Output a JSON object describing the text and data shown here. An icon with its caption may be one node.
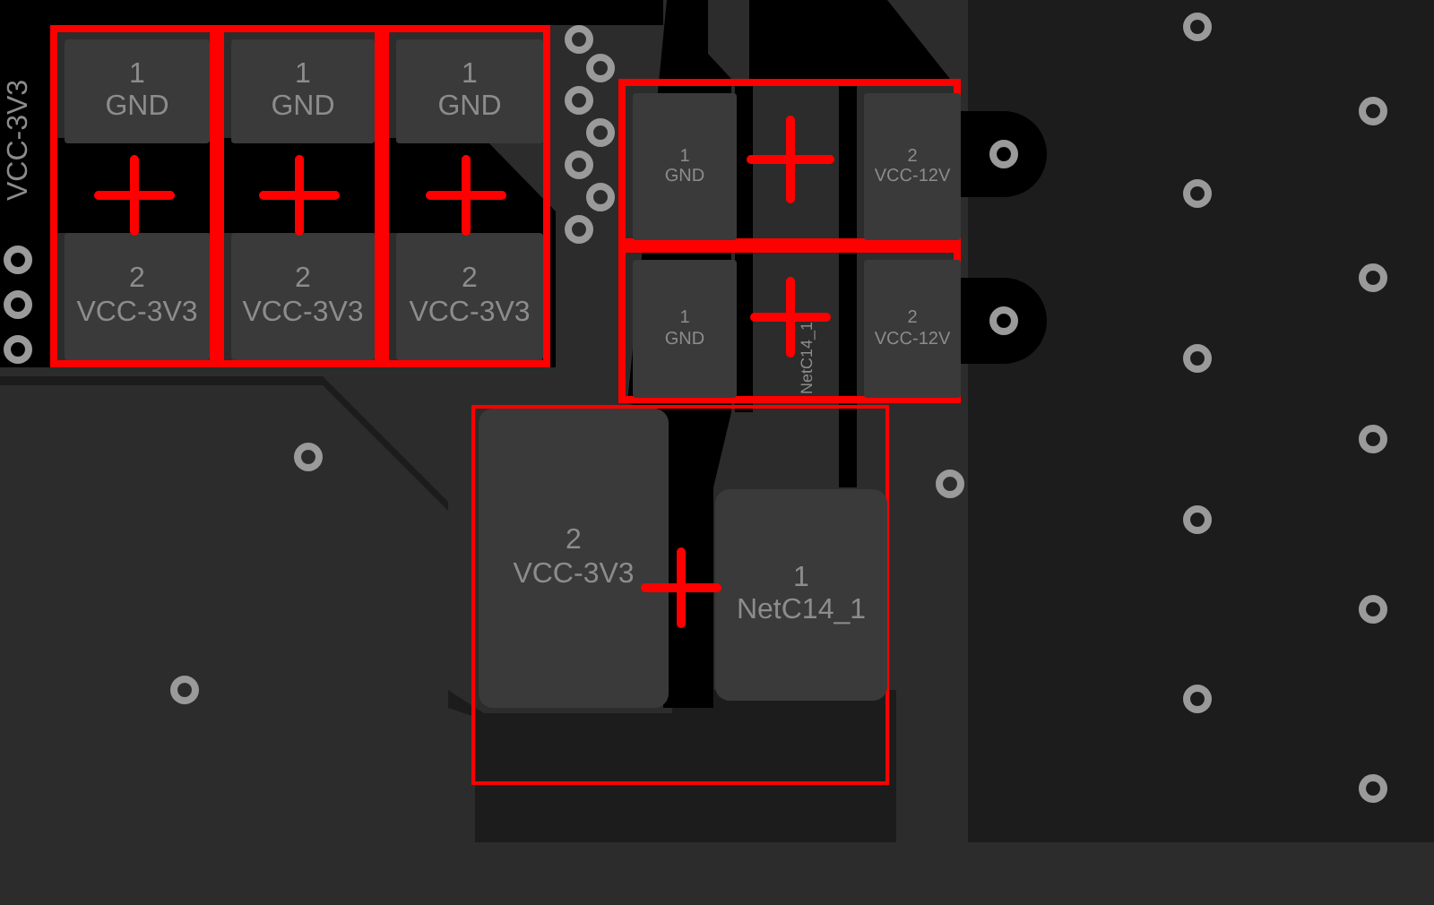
{
  "diagram": {
    "nodes": [
      {
        "text": [],
        "shape": "box"
      },
      {
        "text": [
          "1",
          "GND"
        ],
        "in": 0
      },
      {
        "text": [
          "2",
          "VCC-3V3"
        ],
        "in": 0
      },
      {
        "text": [],
        "shape": "box"
      },
      {
        "text": [
          "1",
          "GND"
        ],
        "in": 3
      },
      {
        "text": [
          "2",
          "VCC-3V3"
        ],
        "in": 3
      },
      {
        "text": [],
        "shape": "box"
      },
      {
        "text": [
          "1",
          "GND"
        ],
        "in": 6
      },
      {
        "text": [
          "2",
          "VCC-3V3"
        ],
        "in": 6
      },
      {
        "text": [],
        "shape": "box"
      },
      {
        "text": [
          "1",
          "GND"
        ],
        "in": 9
      },
      {
        "text": [
          "2",
          "VCC-12V"
        ],
        "in": 9
      },
      {
        "text": [],
        "shape": "box"
      },
      {
        "text": [
          "1",
          "GND"
        ],
        "in": 12
      },
      {
        "text": [
          "2",
          "VCC-12V"
        ],
        "in": 12
      },
      {
        "text": [],
        "shape": "box"
      },
      {
        "text": [
          "2",
          "VCC-3V3"
        ],
        "in": 15
      },
      {
        "text": [
          "1",
          "NetC14_1"
        ],
        "in": 15
      }
    ],
    "labels": [
      "VCC-3V3",
      "NetC14_1"
    ]
  }
}
